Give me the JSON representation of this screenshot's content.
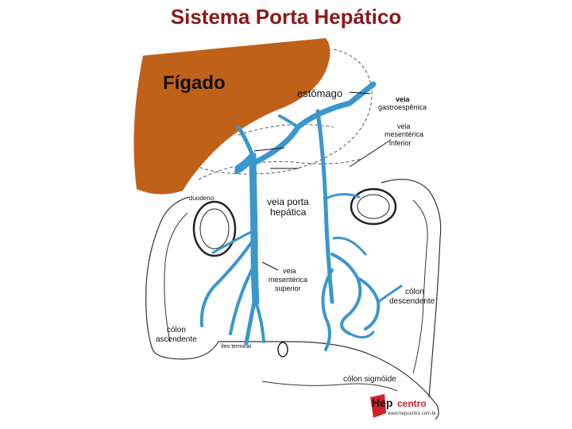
{
  "title": "Sistema Porta Hepático",
  "labels": {
    "figado": "Fígado",
    "estomago": "estômago",
    "gastro_l1": "veia",
    "gastro_l2": "gastroespênica",
    "mesinf_l1": "veia",
    "mesinf_l2": "mesentérica",
    "mesinf_l3": "inferior",
    "duodeno": "duodeno",
    "porta_l1": "veia porta",
    "porta_l2": "hepática",
    "messup_l1": "veia",
    "messup_l2": "mesentérica",
    "messup_l3": "superior",
    "colon_desc_l1": "cólon",
    "colon_desc_l2": "descendente",
    "colon_asc_l1": "cólon",
    "colon_asc_l2": "ascendente",
    "ileo": "íleo terminal",
    "sigmoide": "cólon sigmóide"
  },
  "logo": {
    "hep": "Hep",
    "centro": "centro",
    "url": "www.hepcentro.com.br"
  },
  "colors": {
    "liver": "#c0611a",
    "vein": "#3a97cc",
    "title": "#8b1a1a",
    "logo_red": "#d32027"
  }
}
